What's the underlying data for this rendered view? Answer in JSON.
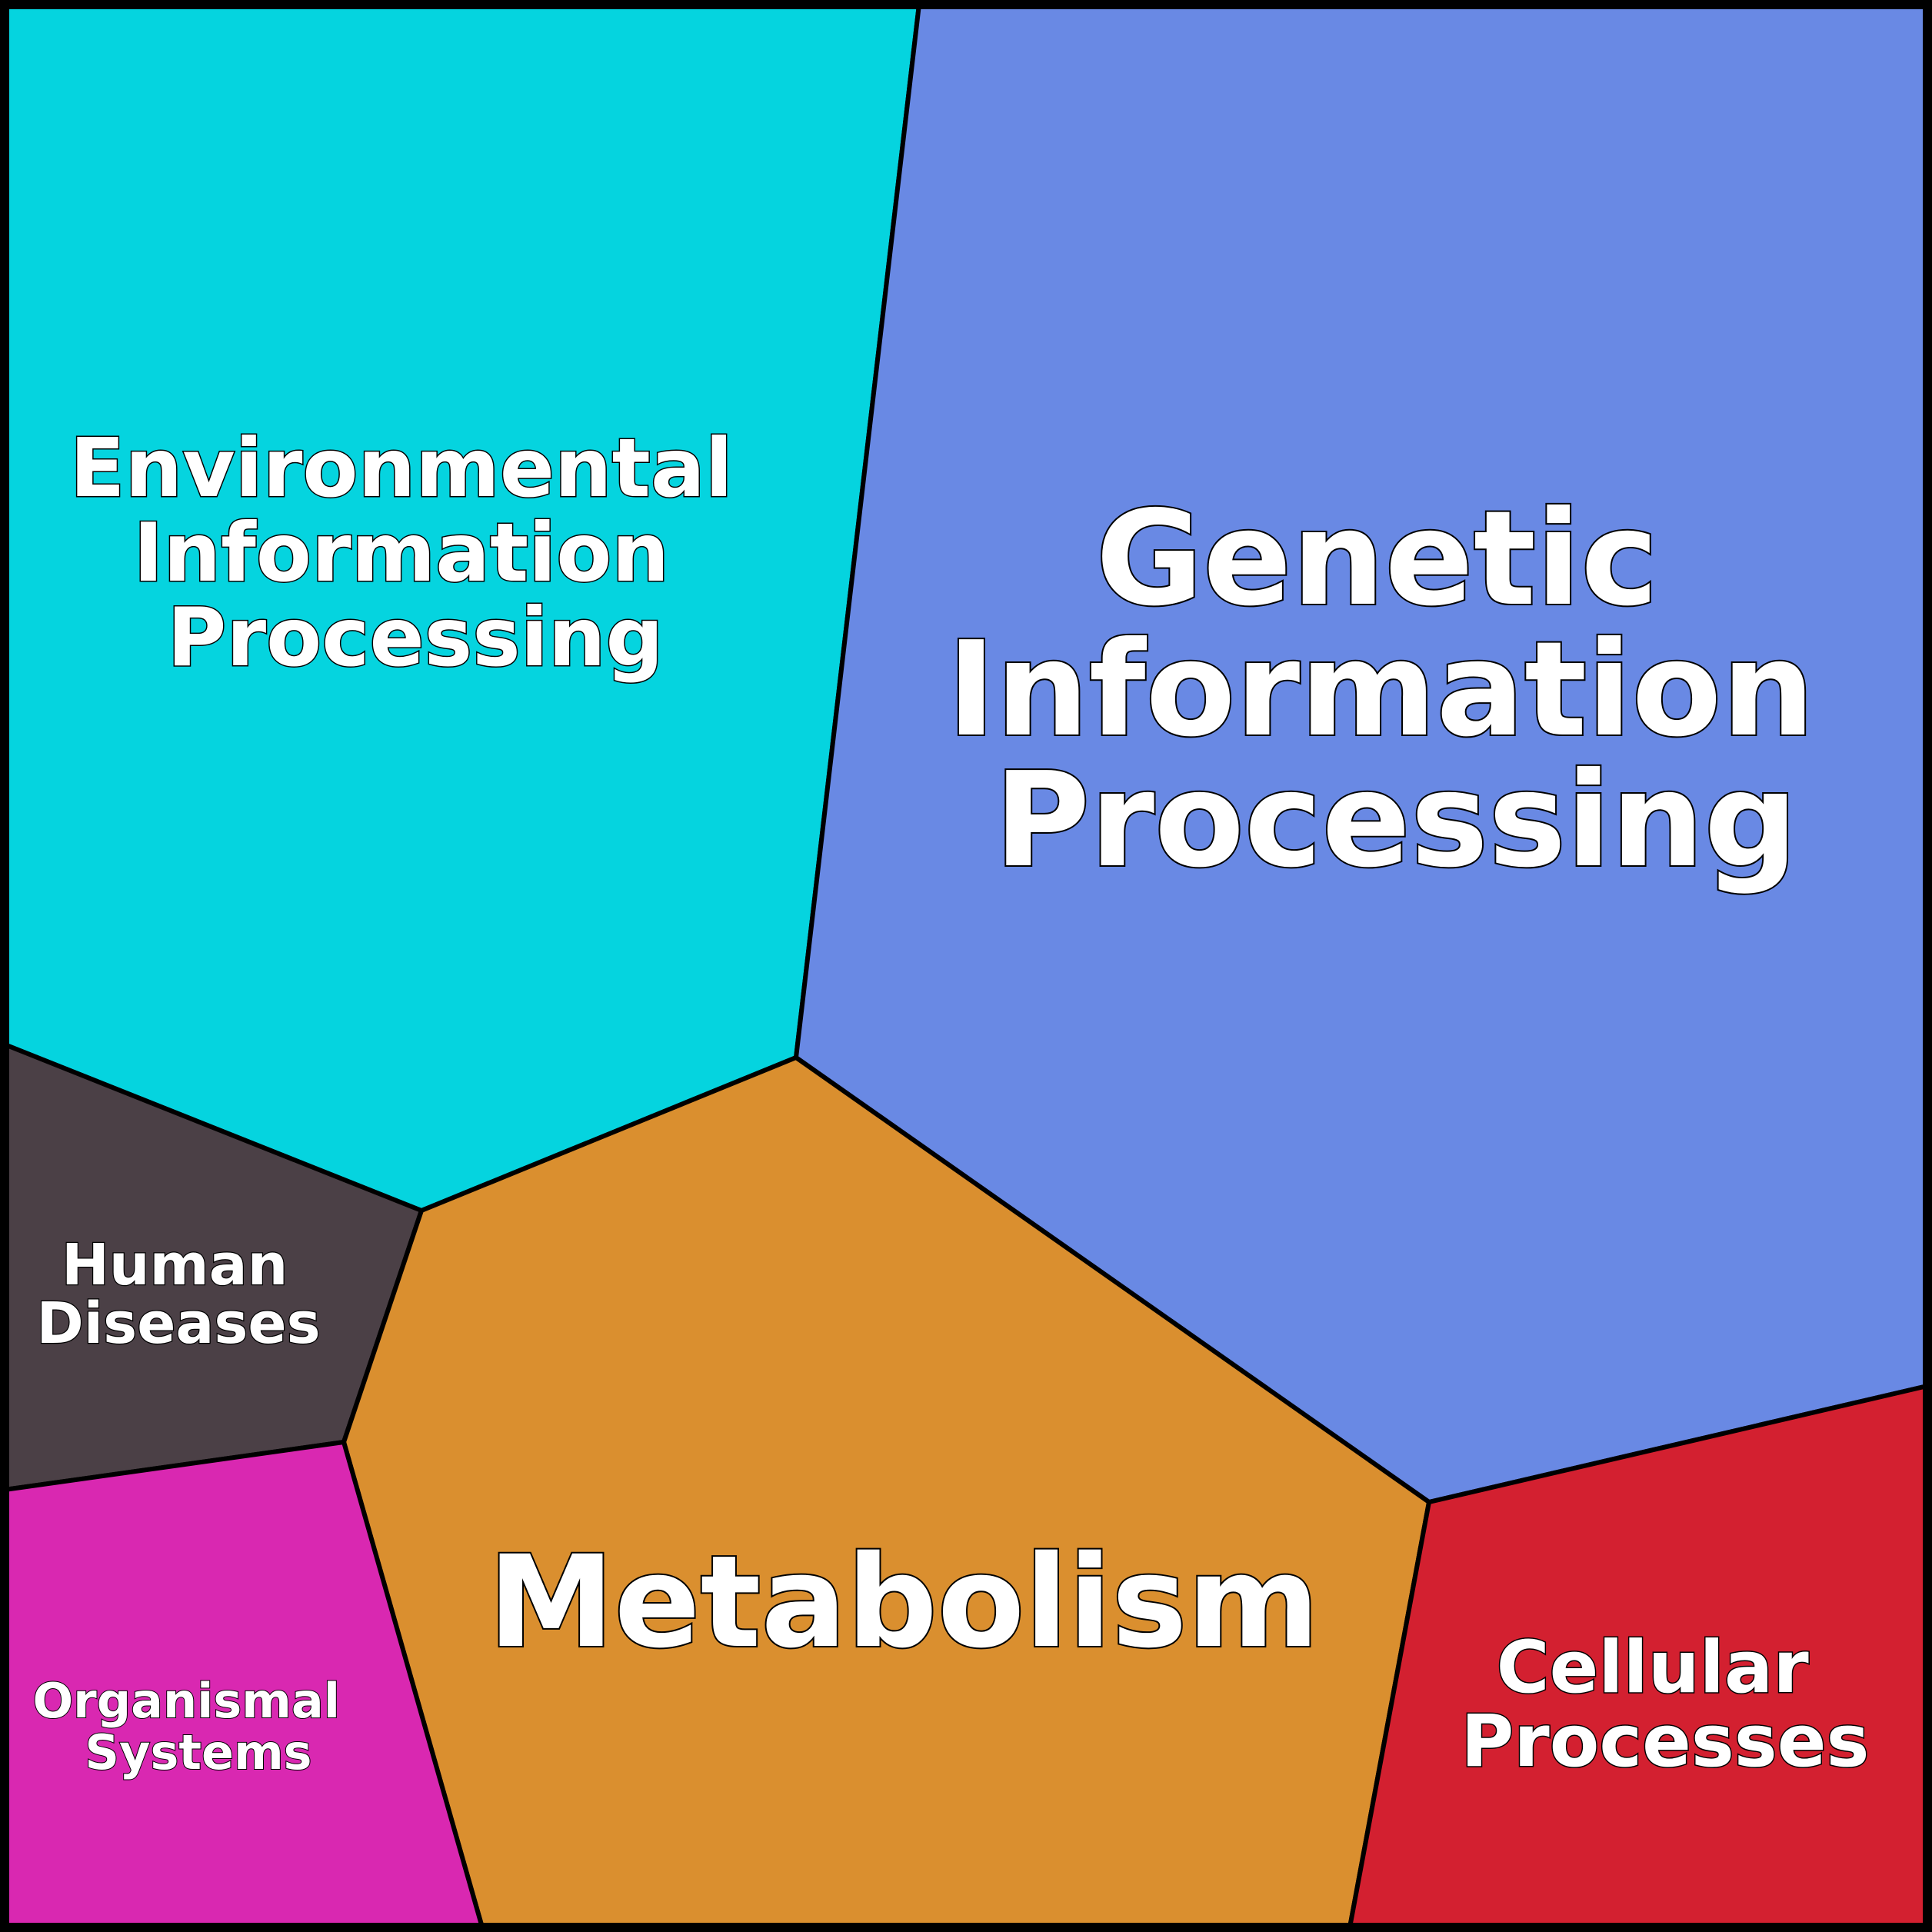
{
  "regions": [
    {
      "key": "environmental",
      "lines": [
        "Environmental",
        "Information",
        "Processing"
      ],
      "color": "#05d4df"
    },
    {
      "key": "genetic",
      "lines": [
        "Genetic",
        "Information",
        "Processing"
      ],
      "color": "#6989e4"
    },
    {
      "key": "human",
      "lines": [
        "Human",
        "Diseases"
      ],
      "color": "#4b4046"
    },
    {
      "key": "metabolism",
      "lines": [
        "Metabolism"
      ],
      "color": "#da8f2f"
    },
    {
      "key": "organismal",
      "lines": [
        "Organismal",
        "Systems"
      ],
      "color": "#d928b1"
    },
    {
      "key": "cellular",
      "lines": [
        "Cellular",
        "Processes"
      ],
      "color": "#d32030"
    }
  ]
}
